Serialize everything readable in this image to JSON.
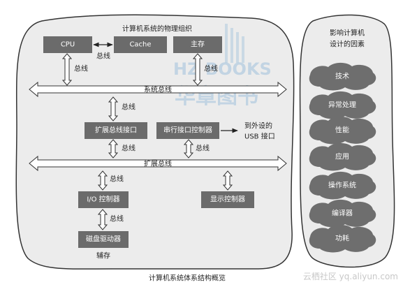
{
  "main_panel": {
    "title": "计算机系统的物理组织",
    "modules": {
      "cpu": "CPU",
      "cache": "Cache",
      "main_memory": "主存",
      "bus_expander": "扩展总线接口",
      "serial_controller": "串行接口控制器",
      "io_controller": "I/O 控制器",
      "display_controller": "显示控制器",
      "disk_driver": "磁盘驱动器"
    },
    "buses": {
      "system_bus": "系统总线",
      "expansion_bus": "扩展总线"
    },
    "link_labels": {
      "cpu_cache": "总线",
      "cpu_sysbus": "总线",
      "mem_sysbus": "总线",
      "sysbus_expander": "总线",
      "expander_expbus": "总线",
      "serial_expbus": "总线",
      "expbus_io": "总线",
      "io_disk": "总线"
    },
    "usb_note_line1": "到外设的",
    "usb_note_line2": "USB 接口",
    "storage_label": "辅存"
  },
  "factors_panel": {
    "title_line1": "影响计算机",
    "title_line2": "设计的因素",
    "items": [
      "技术",
      "异常处理",
      "性能",
      "应用",
      "操作系统",
      "编译器",
      "功耗"
    ]
  },
  "caption": "计算机系统体系结构概览",
  "watermarks": {
    "publisher_cn": "华章图书",
    "publisher_en": "HZ BOOKS",
    "site": "云栖社区 yq.aliyun.com"
  },
  "colors": {
    "panel_fill": "#ececec",
    "panel_stroke": "#333333",
    "module_fill": "#6b6b6b",
    "cloud_fill": "#6e6e6e",
    "bus_fill": "#ffffff",
    "watermark": "#b4cde0"
  }
}
